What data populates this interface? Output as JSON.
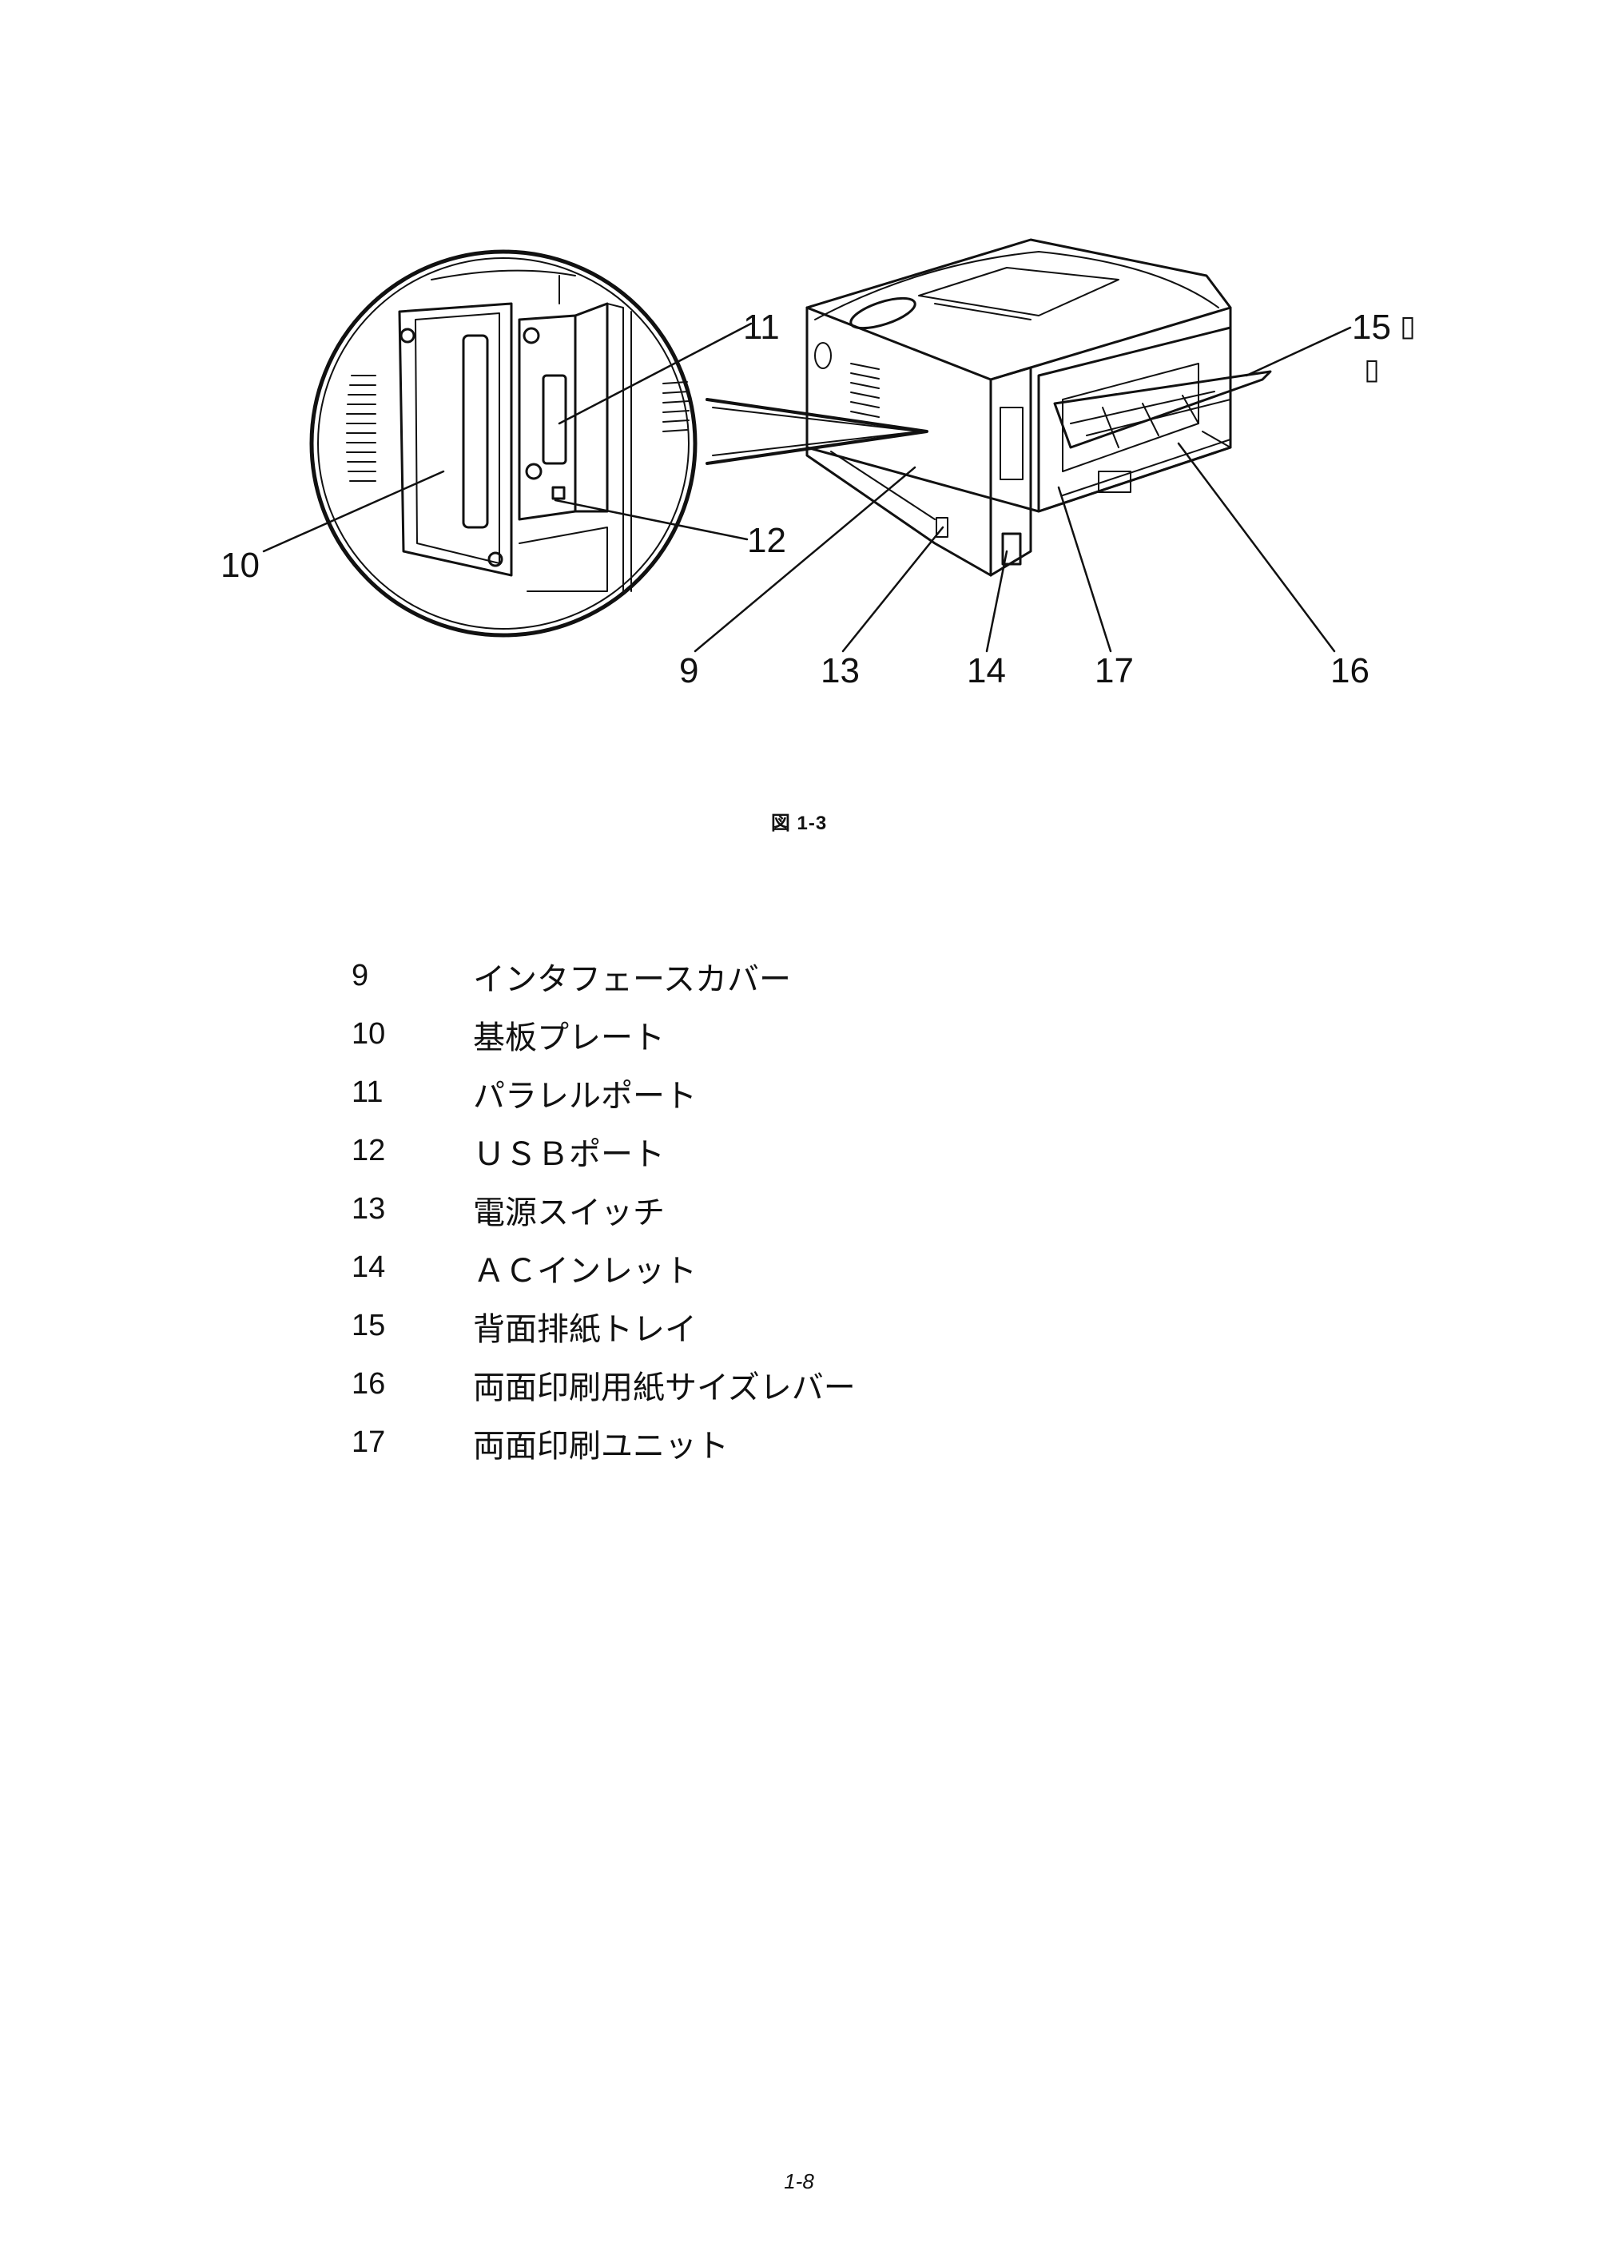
{
  "figure": {
    "callouts": {
      "c9": "9",
      "c10": "10",
      "c11": "11",
      "c12": "12",
      "c13": "13",
      "c14": "14",
      "c15": "15",
      "c15_mark_a": "▯",
      "c15_mark_b": "▯",
      "c16": "16",
      "c17": "17"
    },
    "caption": "図 1-3"
  },
  "legend": [
    {
      "num": "9",
      "text": "インタフェースカバー"
    },
    {
      "num": "10",
      "text": "基板プレート"
    },
    {
      "num": "11",
      "text": "パラレルポート"
    },
    {
      "num": "12",
      "text": "ＵＳＢポート"
    },
    {
      "num": "13",
      "text": "電源スイッチ"
    },
    {
      "num": "14",
      "text": "ＡＣインレット"
    },
    {
      "num": "15",
      "text": "背面排紙トレイ"
    },
    {
      "num": "16",
      "text": "両面印刷用紙サイズレバー"
    },
    {
      "num": "17",
      "text": "両面印刷ユニット"
    }
  ],
  "footer": {
    "page_number": "1-8"
  }
}
